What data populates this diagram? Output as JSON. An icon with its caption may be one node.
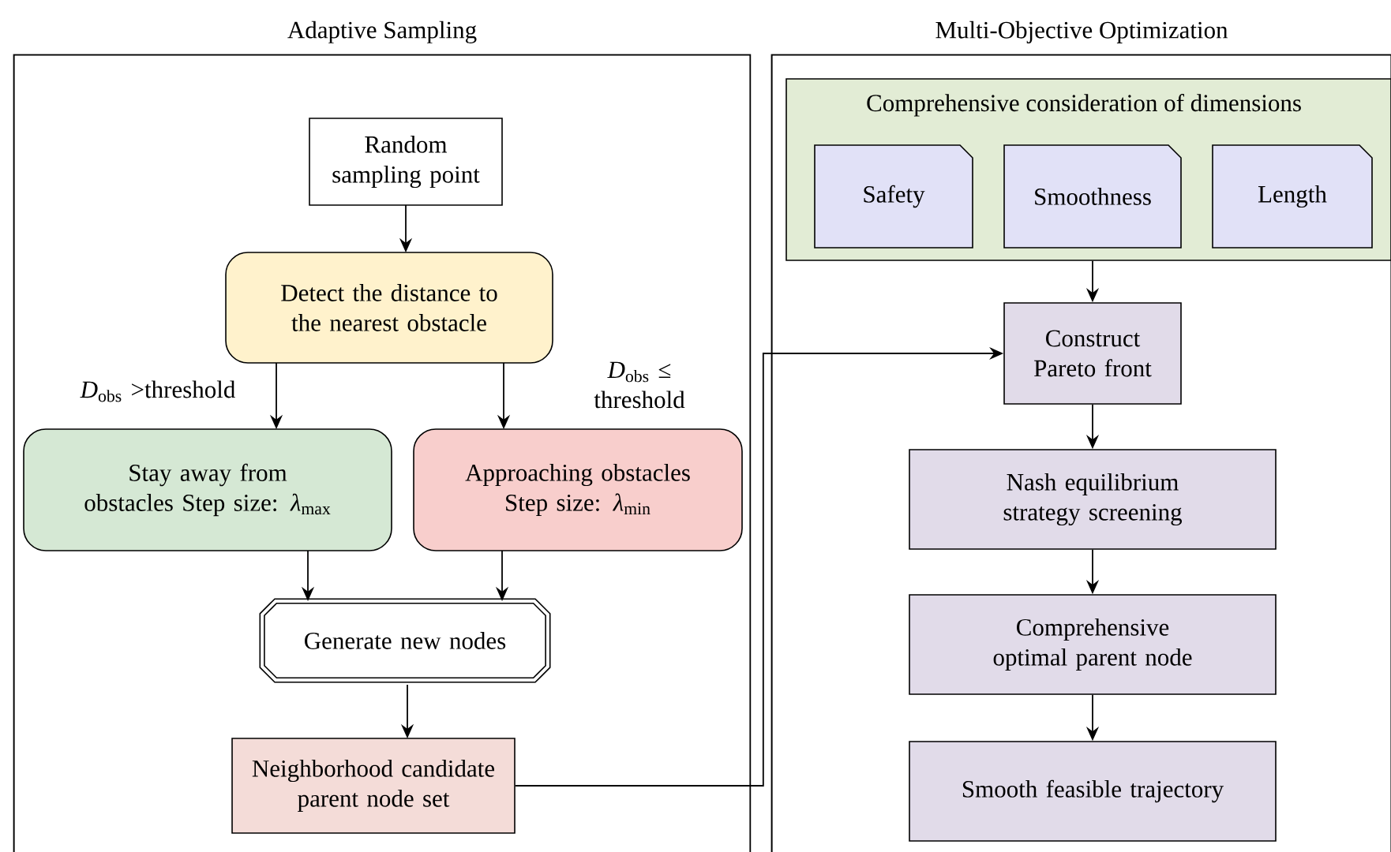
{
  "diagram": {
    "nodes": [
      {
        "text": [
          "Adaptive Sampling"
        ]
      },
      {
        "text": [
          "Multi-Objective Optimization"
        ]
      },
      {
        "text": [
          "Random sampling point"
        ],
        "in": 0
      },
      {
        "text": [
          "Detect the distance to the nearest obstacle"
        ],
        "in": 0
      },
      {
        "text": [
          "Stay away from obstacles Step size: *λ*$_{max}$"
        ],
        "in": 0
      },
      {
        "text": [
          "Approaching obstacles Step size: *λ*$_{min}$"
        ],
        "in": 0
      },
      {
        "text": [
          "Generate new nodes"
        ],
        "in": 0
      },
      {
        "text": [
          "Neighborhood candidate parent node set"
        ],
        "in": 0
      },
      {
        "text": [
          "Comprehensive consideration of dimensions"
        ],
        "in": 1
      },
      {
        "text": [
          "Safety"
        ],
        "in": 8
      },
      {
        "text": [
          "Smoothness"
        ],
        "in": 8
      },
      {
        "text": [
          "Length"
        ],
        "in": 8
      },
      {
        "text": [
          "Construct Pareto front"
        ],
        "in": 1
      },
      {
        "text": [
          "Nash equilibrium strategy screening"
        ],
        "in": 1
      },
      {
        "text": [
          "Comprehensive optimal parent node"
        ],
        "in": 1
      },
      {
        "text": [
          "Smooth feasible trajectory"
        ],
        "in": 1
      }
    ],
    "edges": [
      {
        "from": 2,
        "to": 3,
        "arrow": "to"
      },
      {
        "from": 3,
        "to": 4,
        "arrow": "to",
        "label": "*D*$_{obs}$ >threshold"
      },
      {
        "from": 3,
        "to": 5,
        "arrow": "to",
        "label": "*D*$_{obs}$ ≤ threshold"
      },
      {
        "from": 4,
        "to": 6,
        "arrow": "to"
      },
      {
        "from": 5,
        "to": 6,
        "arrow": "to"
      },
      {
        "from": 6,
        "to": 7,
        "arrow": "to"
      },
      {
        "from": 7,
        "to": 12,
        "arrow": "to"
      },
      {
        "from": 8,
        "to": 12,
        "arrow": "to"
      },
      {
        "from": 12,
        "to": 13,
        "arrow": "to"
      },
      {
        "from": 13,
        "to": 14,
        "arrow": "to"
      },
      {
        "from": 14,
        "to": 15,
        "arrow": "to"
      }
    ]
  }
}
